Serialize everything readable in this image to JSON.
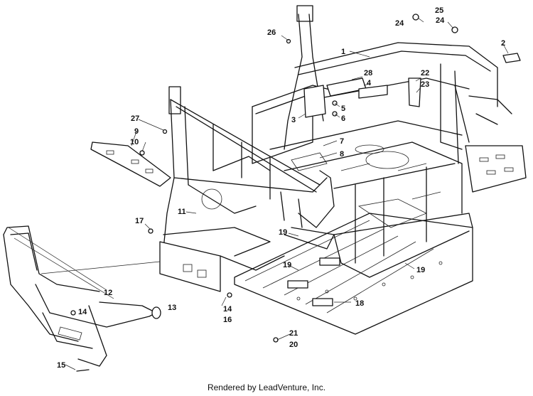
{
  "footer_text": "Rendered by LeadVenture, Inc.",
  "callouts": {
    "c1": "1",
    "c2": "2",
    "c3": "3",
    "c4": "4",
    "c5": "5",
    "c6": "6",
    "c7": "7",
    "c8": "8",
    "c9": "9",
    "c10": "10",
    "c11": "11",
    "c12": "12",
    "c13": "13",
    "c14a": "14",
    "c14b": "14",
    "c15": "15",
    "c16": "16",
    "c17": "17",
    "c18": "18",
    "c19a": "19",
    "c19b": "19",
    "c19c": "19",
    "c20": "20",
    "c21": "21",
    "c22": "22",
    "c23": "23",
    "c24a": "24",
    "c24b": "24",
    "c25": "25",
    "c26": "26",
    "c27": "27",
    "c28": "28"
  }
}
